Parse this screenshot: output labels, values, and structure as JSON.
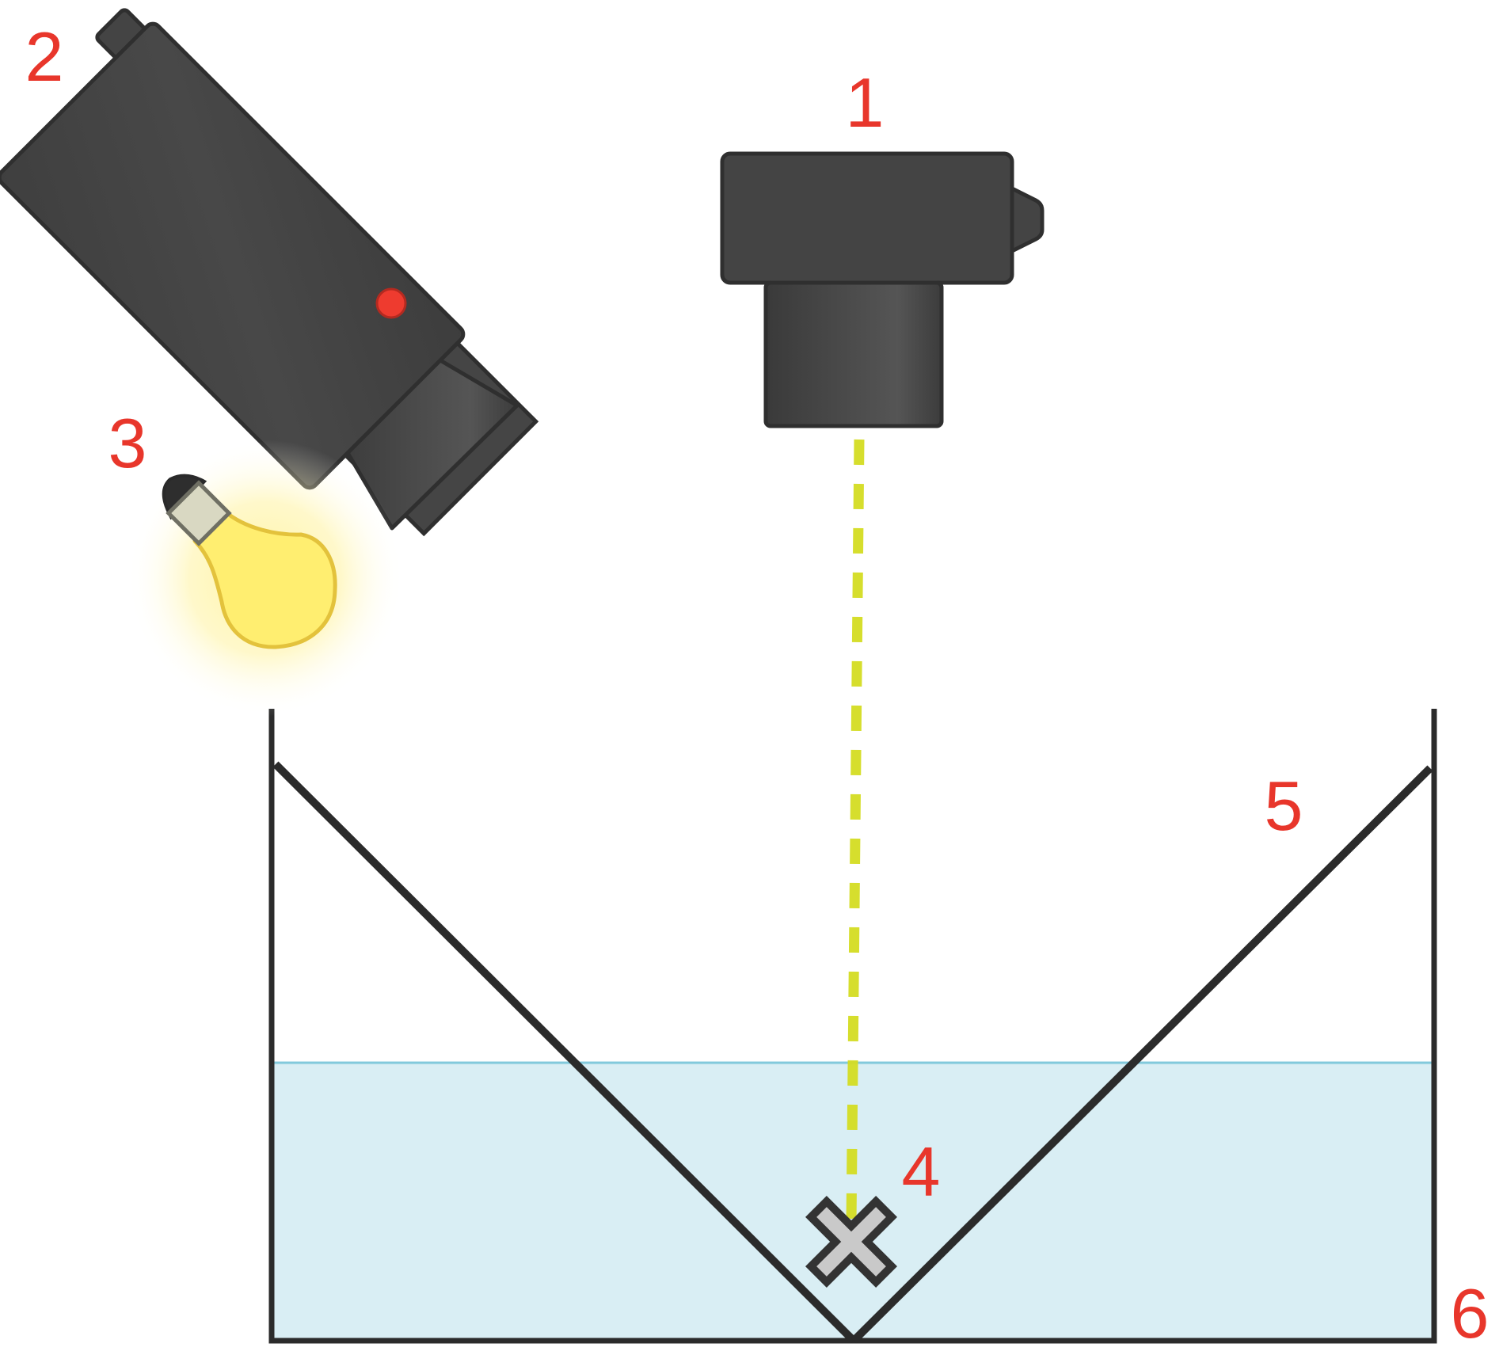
{
  "colors": {
    "device_body": "#444444",
    "device_outline": "#2f2f2f",
    "indicator_led": "#ee3b2f",
    "bulb_fill": "#ffee70",
    "bulb_outline": "#e3c23c",
    "bulb_glow": "#fff3a0",
    "beam": "#d4dc22",
    "water_fill": "#d9eef4",
    "water_surface": "#82c9dc",
    "tank_stroke": "#2b2b2b",
    "marker_fill": "#c9c9c9",
    "marker_outline": "#333333",
    "label_color": "#e8362b"
  },
  "labels": {
    "camera_top": "1",
    "camera_angled": "2",
    "light_bulb": "3",
    "target": "4",
    "reflector": "5",
    "tank": "6"
  }
}
